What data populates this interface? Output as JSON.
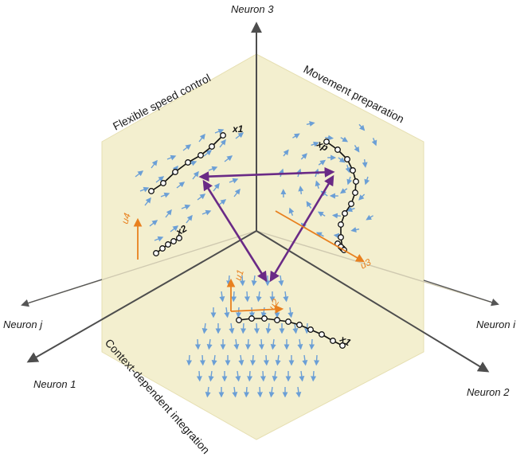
{
  "axes": {
    "neuron_3": "Neuron 3",
    "neuron_1": "Neuron 1",
    "neuron_2": "Neuron 2",
    "neuron_i": "Neuron i",
    "neuron_j": "Neuron j"
  },
  "regions": {
    "flexible_speed": "Flexible speed control",
    "movement_prep": "Movement preparation",
    "context_integration": "Context-dependent integration"
  },
  "inputs": {
    "u1": "u1",
    "u2": "u2",
    "u3": "u3",
    "u4": "u4"
  },
  "states": {
    "x1_speed": "x1",
    "x2_speed": "x2",
    "xp": "xp",
    "x1_integration": "x1"
  },
  "colors": {
    "panel_fill": "#f3efcf",
    "panel_edge": "#e6dfb2",
    "axis": "#4d4d4d",
    "flow_arrow": "#6b9fd6",
    "input": "#e8801f",
    "transition": "#6a2a86",
    "trajectory": "#111111"
  }
}
